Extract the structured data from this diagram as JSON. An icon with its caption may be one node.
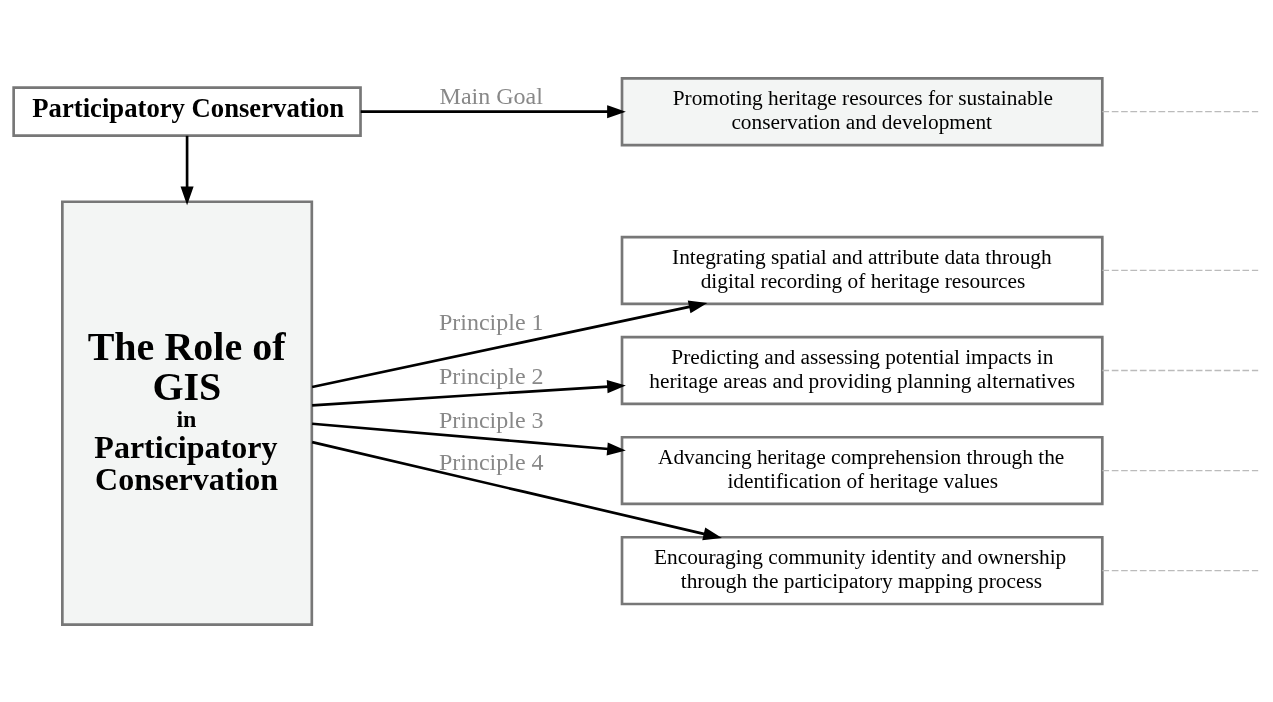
{
  "diagram": {
    "nodes": [
      {
        "text": [
          "Participatory Conservation"
        ]
      },
      {
        "text": [
          "Promoting heritage resources for sustainable conservation and development"
        ]
      },
      {
        "text": [
          "The Role of GIS",
          "in",
          "Participatory Conservation"
        ]
      },
      {
        "text": [
          "Integrating spatial and attribute data through digital recording of heritage resources"
        ]
      },
      {
        "text": [
          "Predicting and assessing potential impacts in heritage areas and providing planning alternatives"
        ]
      },
      {
        "text": [
          "Advancing heritage comprehension through the identification of heritage values"
        ]
      },
      {
        "text": [
          "Encouraging community identity and ownership through the participatory mapping process"
        ]
      }
    ],
    "edges": [
      {
        "from": 0,
        "to": 1,
        "arrow": "to",
        "label": "Main Goal"
      },
      {
        "from": 0,
        "to": 2,
        "arrow": "to"
      },
      {
        "from": 2,
        "to": 3,
        "arrow": "to",
        "label": "Principle 1"
      },
      {
        "from": 2,
        "to": 4,
        "arrow": "to",
        "label": "Principle 2"
      },
      {
        "from": 2,
        "to": 5,
        "arrow": "to",
        "label": "Principle 3"
      },
      {
        "from": 2,
        "to": 6,
        "arrow": "to",
        "label": "Principle 4"
      },
      {
        "from": 1,
        "to": null,
        "arrow": "none",
        "style": "dashed",
        "color": "#bbbbbb"
      },
      {
        "from": 3,
        "to": null,
        "arrow": "none",
        "style": "dashed",
        "color": "#bbbbbb"
      },
      {
        "from": 4,
        "to": null,
        "arrow": "none",
        "style": "dashed",
        "color": "#bbbbbb"
      },
      {
        "from": 5,
        "to": null,
        "arrow": "none",
        "style": "dashed",
        "color": "#bbbbbb"
      },
      {
        "from": 6,
        "to": null,
        "arrow": "none",
        "style": "dashed",
        "color": "#bbbbbb"
      }
    ]
  }
}
